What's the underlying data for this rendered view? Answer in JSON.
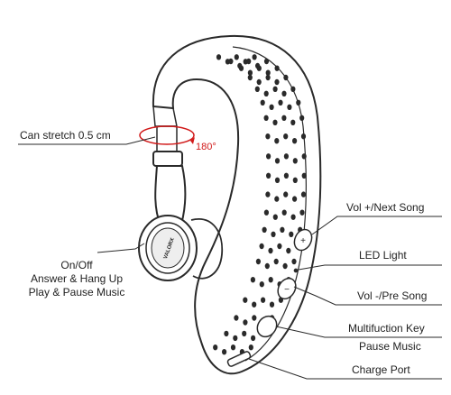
{
  "labels": {
    "stretch": "Can stretch 0.5 cm",
    "rotate": "180°",
    "on_off": "On/Off",
    "answer": "Answer & Hang Up",
    "play_pause": "Play & Pause Music",
    "vol_up": "Vol +/Next Song",
    "led": "LED Light",
    "vol_down": "Vol -/Pre Song",
    "multi_key": "Multifuction Key",
    "pause_music": "Pause Music",
    "charge": "Charge Port",
    "brand": "VALORX"
  },
  "colors": {
    "rotate_accent": "#d11a1a",
    "line": "#2a2a2a",
    "text": "#222222"
  }
}
